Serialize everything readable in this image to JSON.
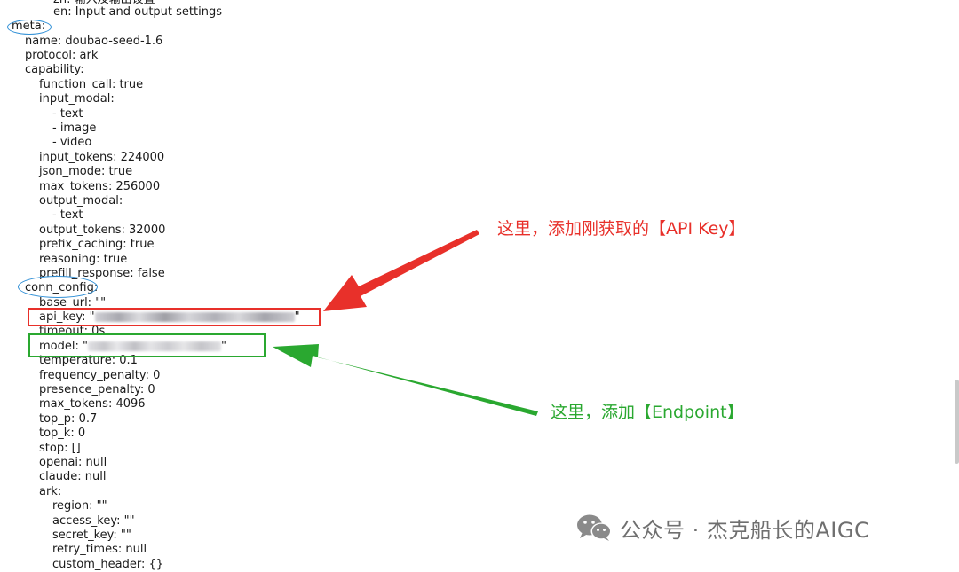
{
  "yaml_lines": [
    "zh: 输入及输出设置",
    "en: Input and output settings",
    "meta:",
    "name: doubao-seed-1.6",
    "protocol: ark",
    "capability:",
    "function_call: true",
    "input_modal:",
    "- text",
    "- image",
    "- video",
    "input_tokens: 224000",
    "json_mode: true",
    "max_tokens: 256000",
    "output_modal:",
    "- text",
    "output_tokens: 32000",
    "prefix_caching: true",
    "reasoning: true",
    "prefill_response: false",
    "conn_config:",
    "base_url: \"\"",
    "api_key: \"",
    "\"",
    "timeout: 0s",
    "model: \"",
    "\"",
    "temperature: 0.1",
    "frequency_penalty: 0",
    "presence_penalty: 0",
    "max_tokens: 4096",
    "top_p: 0.7",
    "top_k: 0",
    "stop: []",
    "openai: null",
    "claude: null",
    "ark:",
    "region: \"\"",
    "access_key: \"\"",
    "secret_key: \"\"",
    "retry_times: null",
    "custom_header: {}"
  ],
  "annotations": {
    "api_key_note": "这里，添加刚获取的【API Key】",
    "endpoint_note": "这里，添加【Endpoint】"
  },
  "watermark": {
    "text": "公众号 · 杰克船长的AIGC",
    "icon": "wechat-icon"
  },
  "colors": {
    "red": "#e8302a",
    "green": "#2aa830",
    "blue_circle": "#2f8fd6",
    "text": "#1a1a1a"
  }
}
